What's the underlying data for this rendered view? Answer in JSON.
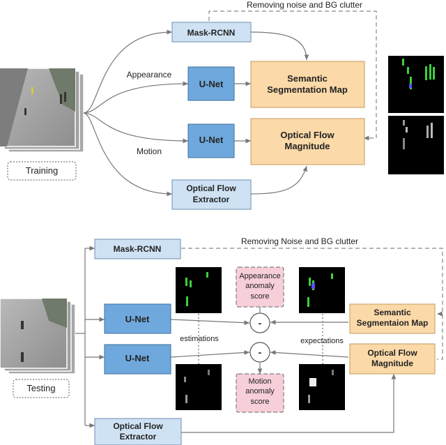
{
  "training": {
    "mask_rcnn": "Mask-RCNN",
    "removing_noise": "Removing noise and BG clutter",
    "appearance": "Appearance",
    "motion": "Motion",
    "unet_top": "U-Net",
    "unet_bottom": "U-Net",
    "semantic_line1": "Semantic",
    "semantic_line2": "Segmentation Map",
    "flow_mag_line1": "Optical Flow",
    "flow_mag_line2": "Magnitude",
    "extractor_line1": "Optical Flow",
    "extractor_line2": "Extractor",
    "caption": "Training"
  },
  "testing": {
    "mask_rcnn": "Mask-RCNN",
    "removing_noise": "Removing Noise and BG clutter",
    "unet_top": "U-Net",
    "unet_bottom": "U-Net",
    "appearance_score_line1": "Appearance",
    "appearance_score_line2": "anomaly",
    "appearance_score_line3": "score",
    "motion_score_line1": "Motion",
    "motion_score_line2": "anomaly",
    "motion_score_line3": "score",
    "minus_top": "-",
    "minus_bottom": "-",
    "estimations": "estimations",
    "expectations": "expectations",
    "semantic_line1": "Semantic",
    "semantic_line2": "Segmentaion Map",
    "flow_mag_line1": "Optical Flow",
    "flow_mag_line2": "Magnitude",
    "extractor_line1": "Optical Flow",
    "extractor_line2": "Extractor",
    "caption": "Testing"
  },
  "colors": {
    "unet": "#6fa8dc",
    "light_box": "#cfe2f3",
    "orange_box": "#fbd9a8",
    "pink_box": "#f6cfd8",
    "arrow": "#777777"
  }
}
